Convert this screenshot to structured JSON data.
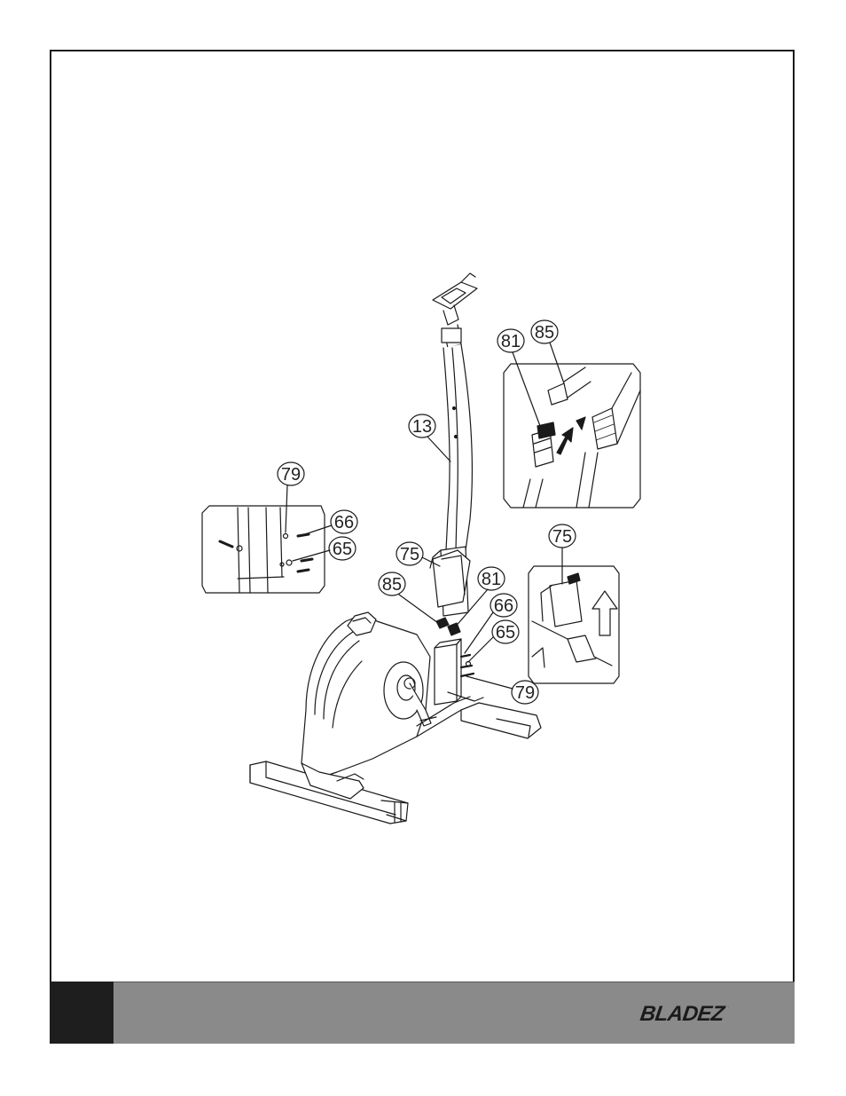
{
  "brand": {
    "logo_text": "BLADEZ",
    "trademark": "."
  },
  "callouts": {
    "tube_13": "13",
    "cover_75_main": "75",
    "cable_85_main": "85",
    "cable_81_main": "81",
    "washer_66_main": "66",
    "washer_65_main": "65",
    "bolt_79_main": "79",
    "bolt_79_left": "79",
    "washer_66_left": "66",
    "washer_65_left": "65",
    "cable_81_detail": "81",
    "cable_85_detail": "85",
    "cover_75_detail": "75"
  }
}
